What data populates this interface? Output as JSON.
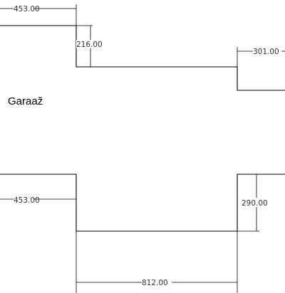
{
  "room": {
    "name": "Garaaž"
  },
  "dimensions": {
    "top_left_width": "453.00",
    "top_step_height": "216.00",
    "top_right_width": "301.00",
    "bottom_left_width": "453.00",
    "bottom_right_height": "290.00",
    "bottom_width": "812.00"
  }
}
